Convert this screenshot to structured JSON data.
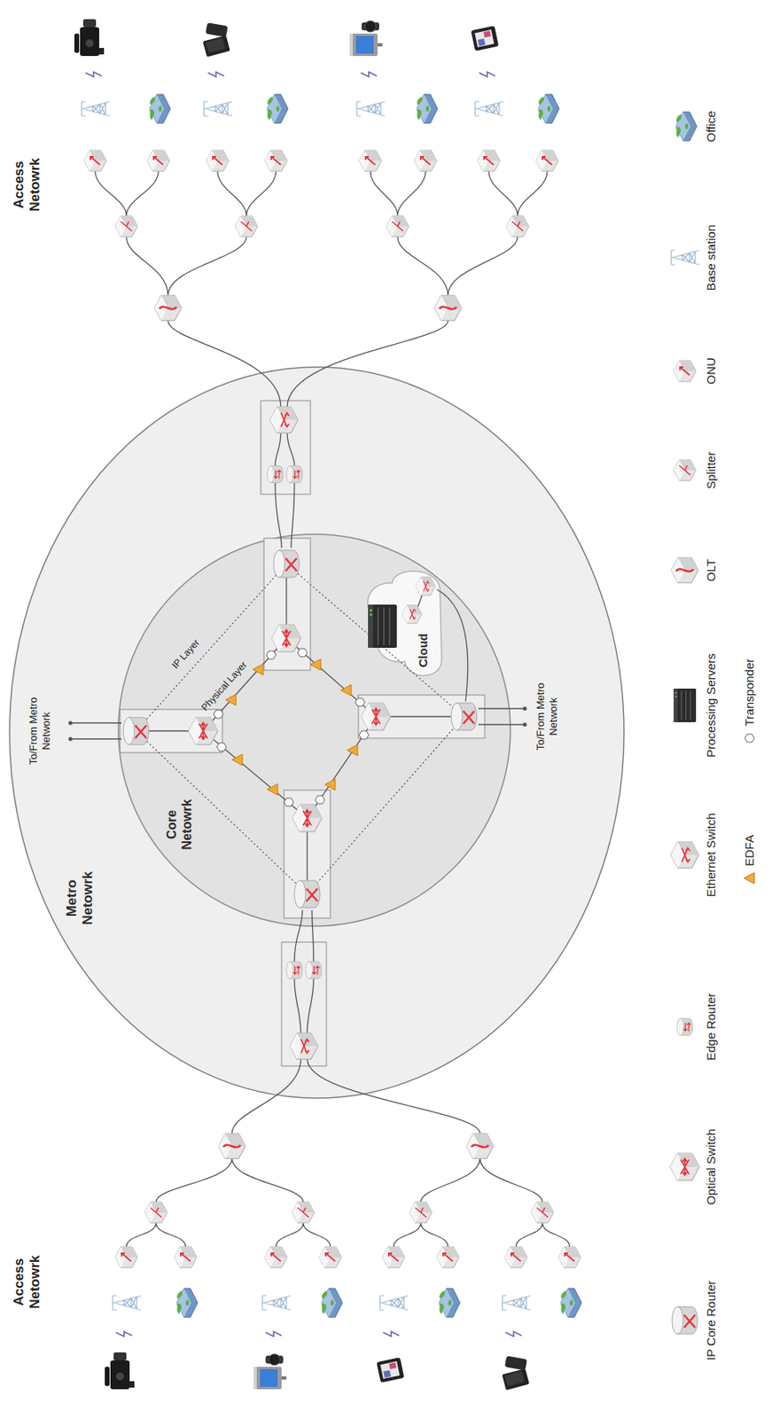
{
  "diagram": {
    "nodes": [
      {
        "text": [
          "Metro Netowrk"
        ]
      },
      {
        "text": [
          "Core Netowrk"
        ],
        "in": 0
      },
      {
        "text": [
          "Cloud"
        ],
        "in": 1
      }
    ],
    "labels": [
      "Access Netowrk",
      "To/From Metro Network",
      "IP Layer",
      "Physical Layer",
      "To/From Metro Network",
      "Access Netowrk"
    ],
    "legend": [
      {
        "text": "IP Core Router"
      },
      {
        "text": "Optical Switch"
      },
      {
        "text": "Edge Router"
      },
      {
        "text": "Ethernet Switch"
      },
      {
        "text": "Processing Servers"
      },
      {
        "text": "OLT"
      },
      {
        "text": "Splitter"
      },
      {
        "text": "ONU"
      },
      {
        "text": "Base station"
      },
      {
        "text": "Office"
      },
      {
        "text": "EDFA"
      },
      {
        "text": "Transponder"
      }
    ]
  }
}
